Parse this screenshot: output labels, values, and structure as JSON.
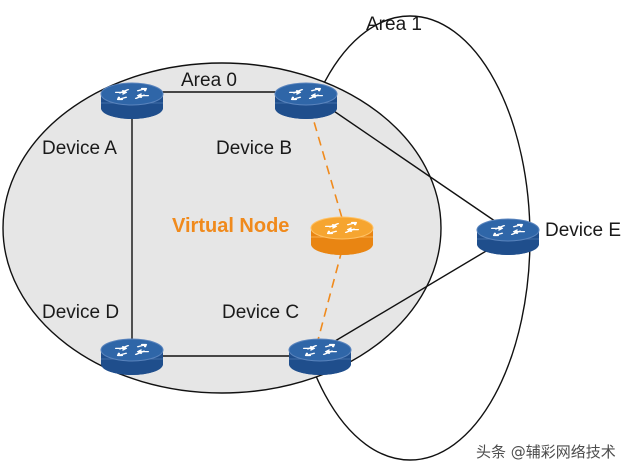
{
  "areas": {
    "area0": "Area 0",
    "area1": "Area 1"
  },
  "devices": {
    "a": "Device A",
    "b": "Device B",
    "c": "Device C",
    "d": "Device D",
    "e": "Device E",
    "virtual": "Virtual Node"
  },
  "watermark": "头条 @辅彩网络技术",
  "colors": {
    "router_blue": "#1f4e8c",
    "router_top": "#2f66a8",
    "virtual_orange": "#f39a1e",
    "area0_fill": "#e6e6e6",
    "dashed_link": "#f08a1c"
  },
  "icons": {
    "router": "router-icon"
  }
}
